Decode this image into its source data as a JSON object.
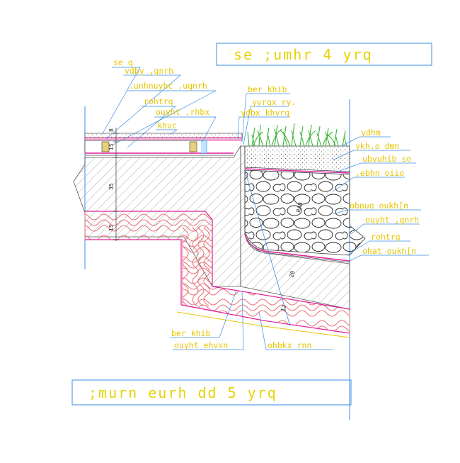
{
  "title_top": "se ;umhr 4 yrq",
  "title_bottom": ";murn eurh dd 5 yrq",
  "labels_left": {
    "l1": "se q",
    "l2": "vdby ,gnrh",
    "l3": ".unhnuyhc ,uqnrh",
    "l4": "rohtrq",
    "l5": "ouyht ,rhbx",
    "l6": "khvc"
  },
  "labels_top_center": {
    "l1": "ber khib",
    "l2": "yvrqx ry.",
    "l3": "ydbx khvrq"
  },
  "labels_right": {
    "l1": "ydhm",
    "l2": "ykh.o dmn",
    "l3": "ubyuhib so",
    "l4": ",ebhn oiio",
    "l5": "obnuo oukh[n",
    "l6": "ouyht ,gnrh",
    "l7": "rohtrq",
    "l8": "ohat oukh[n"
  },
  "labels_bottom": {
    "l1": "ber khib",
    "l2": "ouyht ehvxn",
    "l3": "ohbkx rnn"
  },
  "dims_left": [
    "8",
    "15",
    "35",
    "15"
  ],
  "dims_slope": [
    "RAD",
    "20",
    "12"
  ],
  "colors": {
    "leader": "#3a8ee6",
    "label": "#e8c500",
    "magenta": "#e0219a",
    "insulation": "#e8747a",
    "grass": "#3cb53c"
  }
}
